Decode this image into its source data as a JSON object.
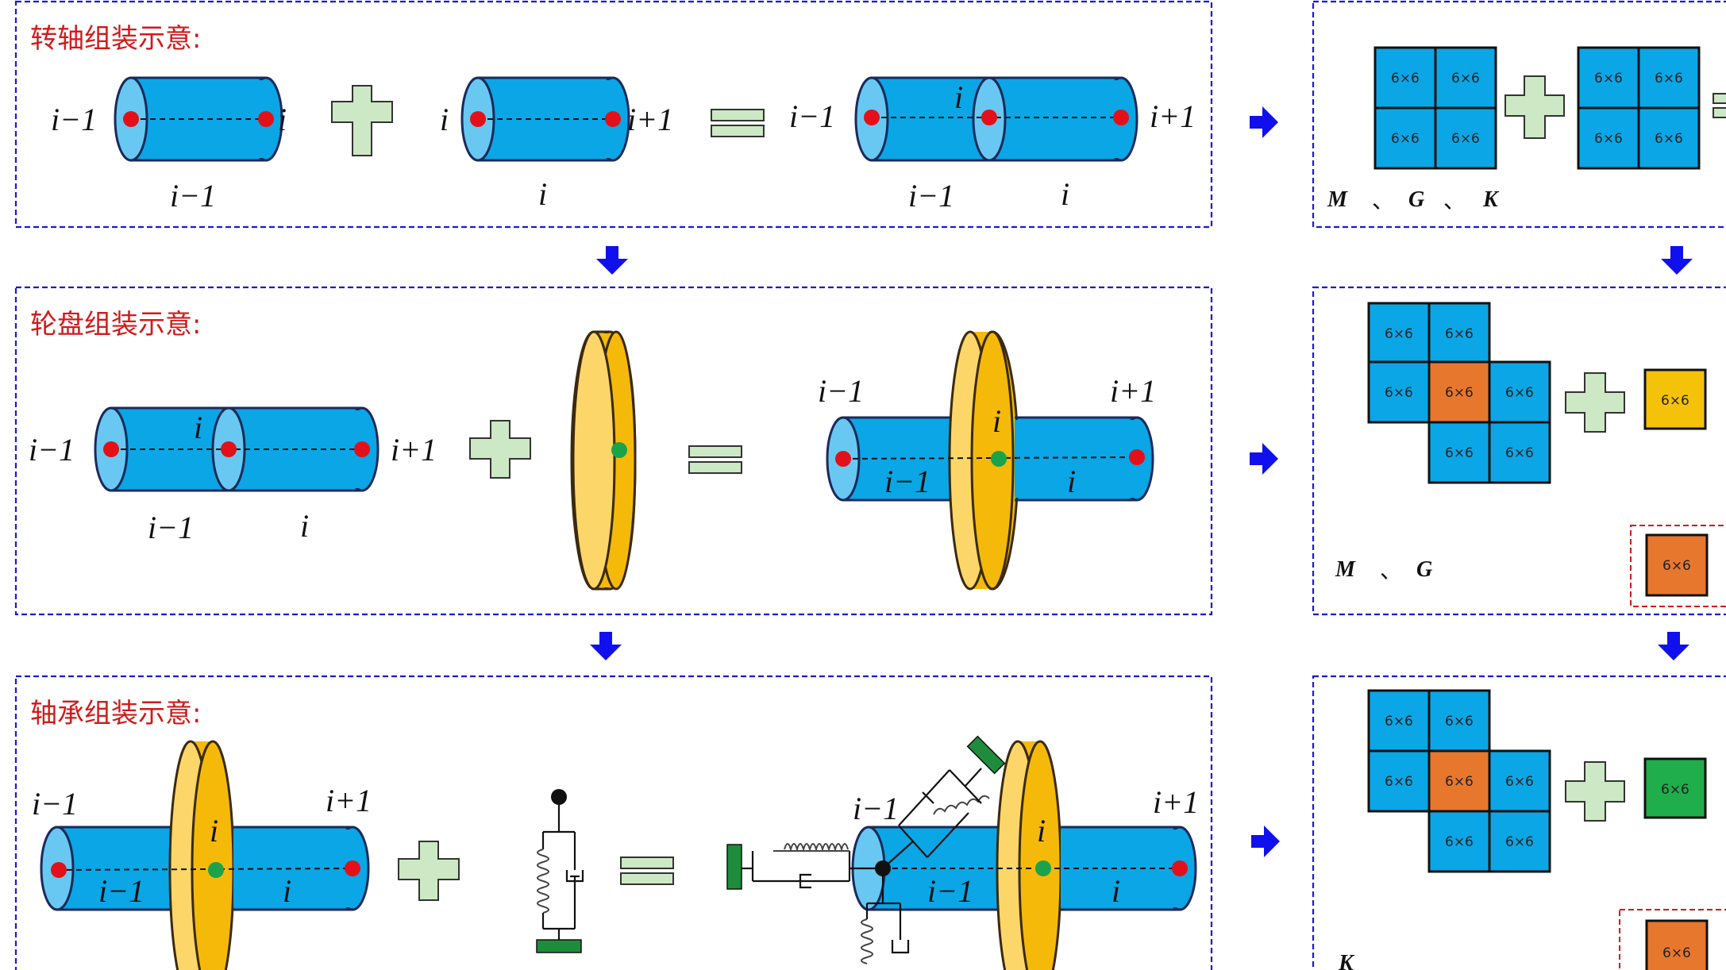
{
  "panels": {
    "shaft": {
      "title": "转轴组装示意:"
    },
    "disk": {
      "title": "轮盘组装示意:"
    },
    "bearing": {
      "title": "轴承组装示意:"
    }
  },
  "labels": {
    "i": "i",
    "i_minus_1": "i−1",
    "i_plus_1": "i+1"
  },
  "matrix": {
    "cell_label": "6×6",
    "row1_caption": {
      "M": "M",
      "G": "G",
      "K": "K",
      "sep": "、"
    },
    "row2_caption": {
      "M": "M",
      "G": "G",
      "sep": "、"
    },
    "row3_caption": {
      "K": "K"
    },
    "colors": {
      "blue": "#0aa6e6",
      "orange": "#e8772e",
      "yellow": "#f5c20a",
      "green": "#1fae4a"
    }
  },
  "colors": {
    "panel_border": "#1a1ad6",
    "title_red": "#d11a1a",
    "shaft_blue": "#0aa6e6",
    "disk_yellow": "#f5b90a",
    "node_red": "#e3101a",
    "node_green": "#1aa34a",
    "arrow_blue": "#1010ee",
    "plus_green": "#cde8c4"
  },
  "icons": [
    "plus-icon",
    "equals-icon",
    "arrow-right-icon",
    "arrow-down-icon"
  ]
}
